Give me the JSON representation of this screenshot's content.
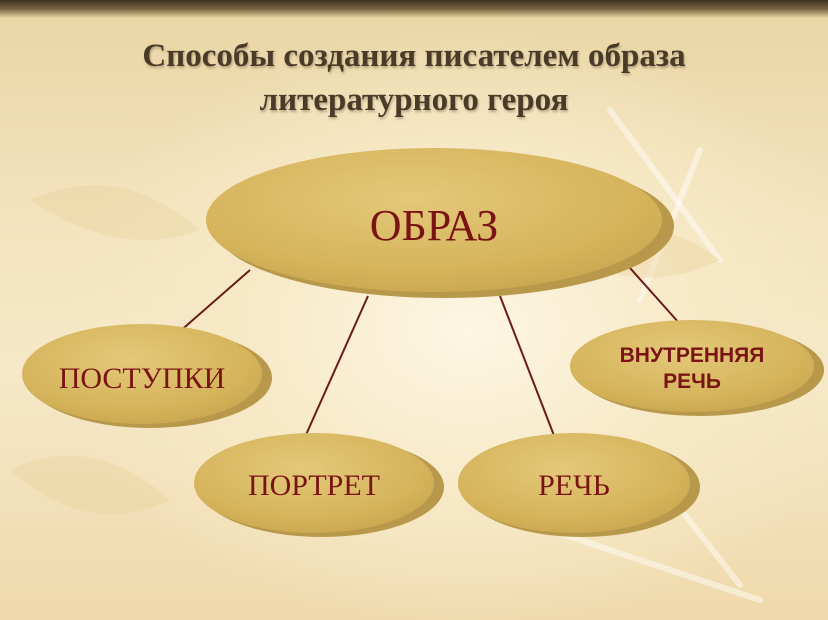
{
  "title": {
    "line1": "Способы создания писателем образа",
    "line2": "литературного героя"
  },
  "center": {
    "label": "ОБРАЗ"
  },
  "nodes": {
    "postupki": "ПОСТУПКИ",
    "portret": "ПОРТРЕТ",
    "rech": "РЕЧЬ",
    "vnutr_line1": "ВНУТРЕННЯЯ",
    "vnutr_line2": "РЕЧЬ"
  },
  "colors": {
    "ellipse_fill": "#d7b862",
    "ellipse_shadow": "#b8984a",
    "label_text": "#7a1414",
    "connector": "#6b1a1a",
    "title_text": "#4a3a28"
  }
}
